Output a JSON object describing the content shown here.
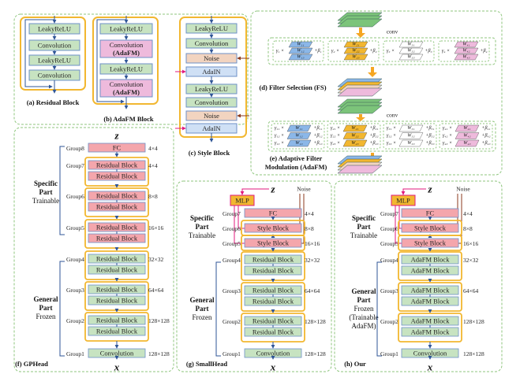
{
  "colors": {
    "green_block": "#c7e3c1",
    "pink_block": "#f4a6ac",
    "tan_block": "#f2d4c0",
    "purple_block": "#eebadc",
    "blue_block": "#cfe0f5",
    "yellow_border": "#f2b730",
    "blue_border": "#6d90c7",
    "dashed_green": "#8fc67e",
    "arrow_blue": "#2f5597",
    "arrow_magenta": "#e0197c",
    "arrow_brown": "#8b3a1e",
    "orange_arrow": "#f5a623"
  },
  "panel_a": {
    "caption": "(a) Residual Block",
    "blocks": [
      "LeakyReLU",
      "Convolution",
      "LeakyReLU",
      "Convolution"
    ]
  },
  "panel_b": {
    "caption": "(b) AdaFM Block",
    "blocks": [
      "LeakyReLU",
      "Convolution",
      "(AdaFM)",
      "LeakyReLU",
      "Convolution",
      "(AdaFM)"
    ]
  },
  "panel_c": {
    "caption": "(c) Style Block",
    "blocks": [
      "LeakyReLU",
      "Convolution",
      "Noise",
      "AdaIN",
      "LeakyReLU",
      "Convolution",
      "Noise",
      "AdaIN"
    ]
  },
  "panel_d": {
    "caption": "(d) Filter Selection (FS)",
    "conv": "conv",
    "groups": [
      {
        "gamma": "γ₁ ×",
        "w": [
          "W₁₁",
          "W₁₂",
          "W₁₃"
        ],
        "beta": "+β₁"
      },
      {
        "gamma": "γ₂ ×",
        "w": [
          "W₂₁",
          "W₂₂",
          "W₂₃"
        ],
        "beta": "+β₂"
      },
      {
        "gamma": "γ₃ ×",
        "w": [
          "W₃₁",
          "W₃₂",
          "W₃₃"
        ],
        "beta": "+β₃"
      },
      {
        "gamma": "γ₄ ×",
        "w": [
          "W₄₁",
          "W₄₂",
          "W₄₃"
        ],
        "beta": "+β₄"
      }
    ]
  },
  "panel_e": {
    "caption_line1": "(e) Adaptive Filter",
    "caption_line2": "Modulation (AdaFM)",
    "conv": "conv",
    "groups": [
      {
        "rows": [
          [
            "γ₁₁ ×",
            "W₁₁",
            "+β₁₁"
          ],
          [
            "γ₁₂ ×",
            "W₁₂",
            "+β₁₂"
          ],
          [
            "γ₁₃ ×",
            "W₁₃",
            "+β₁₃"
          ]
        ]
      },
      {
        "rows": [
          [
            "γ₂₁ ×",
            "W₂₁",
            "+β₂₁"
          ],
          [
            "γ₂₂ ×",
            "W₂₂",
            "+β₂₂"
          ],
          [
            "γ₂₃ ×",
            "W₂₃",
            "+β₂₃"
          ]
        ]
      },
      {
        "rows": [
          [
            "γ₃₁ ×",
            "W₃₁",
            "+β₃₁"
          ],
          [
            "γ₃₂ ×",
            "W₃₂",
            "+β₃₂"
          ],
          [
            "γ₃₃ ×",
            "W₃₃",
            "+β₃₃"
          ]
        ]
      },
      {
        "rows": [
          [
            "γ₄₁ ×",
            "W₄₁",
            "+β₄₁"
          ],
          [
            "γ₄₂ ×",
            "W₄₂",
            "+β₄₂"
          ],
          [
            "γ₄₃ ×",
            "W₄₃",
            "+β₄₃"
          ]
        ]
      }
    ]
  },
  "panel_f": {
    "caption": "(f) GPHead",
    "z": "z",
    "x": "x",
    "specific_title": "Specific",
    "specific_part": "Part",
    "specific_sub": "Trainable",
    "general_title": "General",
    "general_part": "Part",
    "general_sub": "Frozen",
    "groups": [
      "Group8",
      "Group7",
      "Group6",
      "Group5",
      "Group4",
      "Group3",
      "Group2",
      "Group1"
    ],
    "sizes": [
      "4×4",
      "4×4",
      "8×8",
      "16×16",
      "32×32",
      "64×64",
      "128×128",
      "128×128"
    ],
    "fc": "FC",
    "residual": "Residual Block",
    "conv": "Convolution"
  },
  "panel_g": {
    "caption": "(g) SmallHead",
    "z": "z",
    "x": "x",
    "mlp": "MLP",
    "noise": "Noise",
    "specific_title": "Specific",
    "specific_part": "Part",
    "specific_sub": "Trainable",
    "general_title": "General",
    "general_part": "Part",
    "general_sub": "Frozen",
    "groups": [
      "Group7",
      "Group6",
      "Group5",
      "Group4",
      "Group3",
      "Group2",
      "Group1"
    ],
    "sizes": [
      "4×4",
      "8×8",
      "16×16",
      "32×32",
      "64×64",
      "128×128",
      "128×128"
    ],
    "fc": "FC",
    "style": "Style Block",
    "residual": "Residual Block",
    "conv": "Convolution"
  },
  "panel_h": {
    "caption": "(h) Our",
    "z": "z",
    "x": "x",
    "mlp": "MLP",
    "noise": "Noise",
    "specific_title": "Specific",
    "specific_part": "Part",
    "specific_sub": "Trainable",
    "general_title": "General",
    "general_part": "Part",
    "general_sub1": "Frozen",
    "general_sub2": "(Trainable",
    "general_sub3": "AdaFM)",
    "groups": [
      "Group7",
      "Group6",
      "Group5",
      "Group4",
      "Group3",
      "Group2",
      "Group1"
    ],
    "sizes": [
      "4×4",
      "8×8",
      "16×16",
      "32×32",
      "64×64",
      "128×128",
      "128×128"
    ],
    "fc": "FC",
    "style": "Style Block",
    "adafm": "AdaFM Block",
    "conv": "Convolution"
  }
}
